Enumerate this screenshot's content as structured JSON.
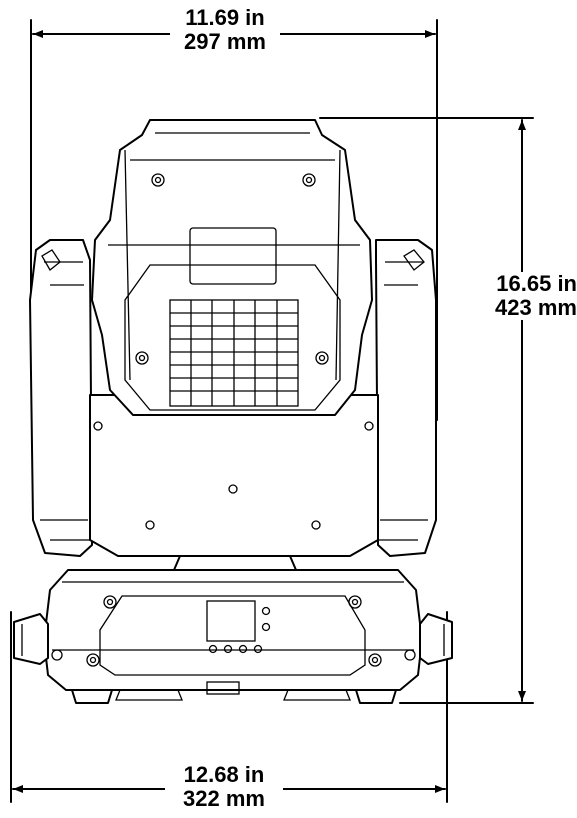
{
  "dimensions": {
    "width_top": {
      "imperial": "11.69 in",
      "metric": "297 mm"
    },
    "height": {
      "imperial": "16.65 in",
      "metric": "423 mm"
    },
    "width_bottom": {
      "imperial": "12.68 in",
      "metric": "322 mm"
    }
  },
  "colors": {
    "line": "#000000",
    "background": "#ffffff"
  }
}
